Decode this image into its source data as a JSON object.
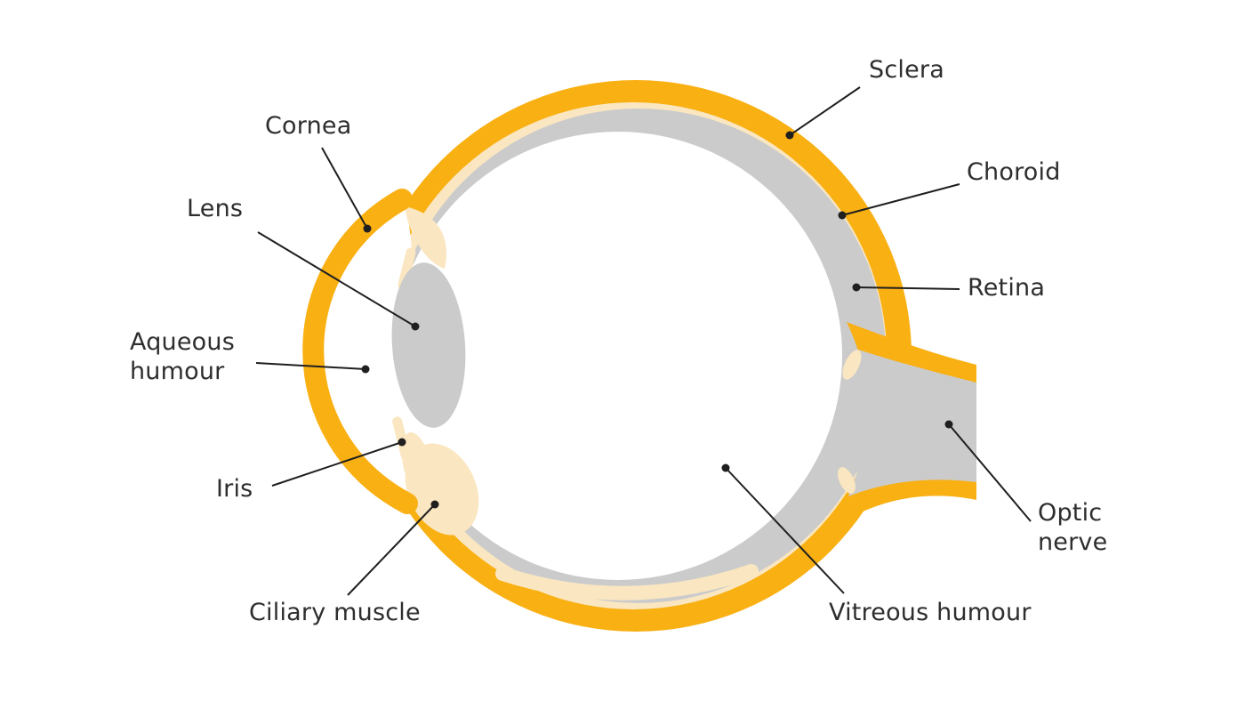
{
  "labels": {
    "cornea": {
      "text": "Cornea"
    },
    "lens": {
      "text": "Lens"
    },
    "aqueous_humour": {
      "line1": "Aqueous",
      "line2": "humour"
    },
    "iris": {
      "text": "Iris"
    },
    "ciliary_muscle": {
      "text": "Ciliary muscle"
    },
    "sclera": {
      "text": "Sclera"
    },
    "choroid": {
      "text": "Choroid"
    },
    "retina": {
      "text": "Retina"
    },
    "optic_nerve": {
      "line1": "Optic",
      "line2": "nerve"
    },
    "vitreous_humour": {
      "text": "Vitreous humour"
    }
  },
  "colors": {
    "sclera_orange": "#F9B013",
    "cream": "#FAE7C1",
    "gray": "#CBCBCB",
    "label_text": "#2E2E2E",
    "leader_line": "#1F1F1F",
    "background": "#FFFFFF"
  }
}
